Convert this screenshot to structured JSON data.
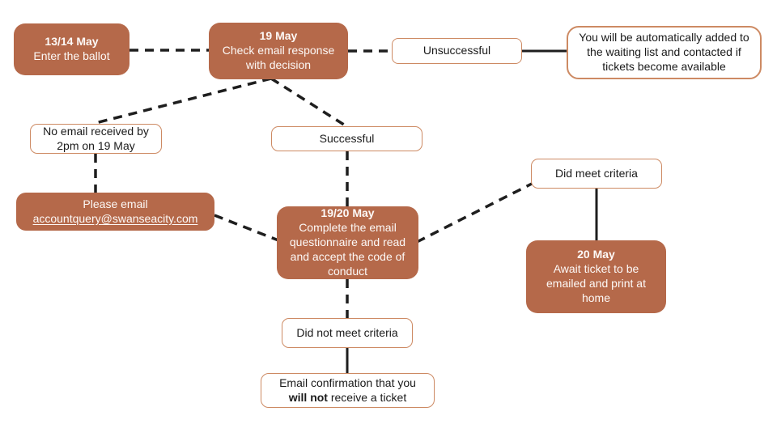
{
  "palette": {
    "box_fill": "#b5694a",
    "box_border": "#cd8a63",
    "connector": "#1e1e1e",
    "text_on_fill": "#fdf9f7",
    "text_on_white": "#1a1a1a"
  },
  "nodes": {
    "enter_ballot": {
      "title": "13/14 May",
      "body": "Enter the ballot"
    },
    "check_email": {
      "title": "19 May",
      "body": "Check email response with decision"
    },
    "unsuccessful": {
      "body": "Unsuccessful"
    },
    "waiting_list": {
      "body": "You will be automatically added to the waiting list and contacted if tickets become available"
    },
    "no_email": {
      "body": "No email received by 2pm on 19 May"
    },
    "please_email": {
      "body": "Please email",
      "email": "accountquery@swanseacity.com"
    },
    "successful": {
      "body": "Successful"
    },
    "questionnaire": {
      "title": "19/20 May",
      "body": "Complete the email questionnaire and read and accept the code of conduct"
    },
    "did_meet": {
      "body": "Did meet criteria"
    },
    "await_ticket": {
      "title": "20 May",
      "body": "Await ticket to be emailed and print at home"
    },
    "did_not_meet": {
      "body": "Did not meet criteria"
    },
    "email_confirmation": {
      "line1": "Email confirmation that you",
      "bold": "will not",
      "line2_rest": " receive a ticket"
    }
  }
}
